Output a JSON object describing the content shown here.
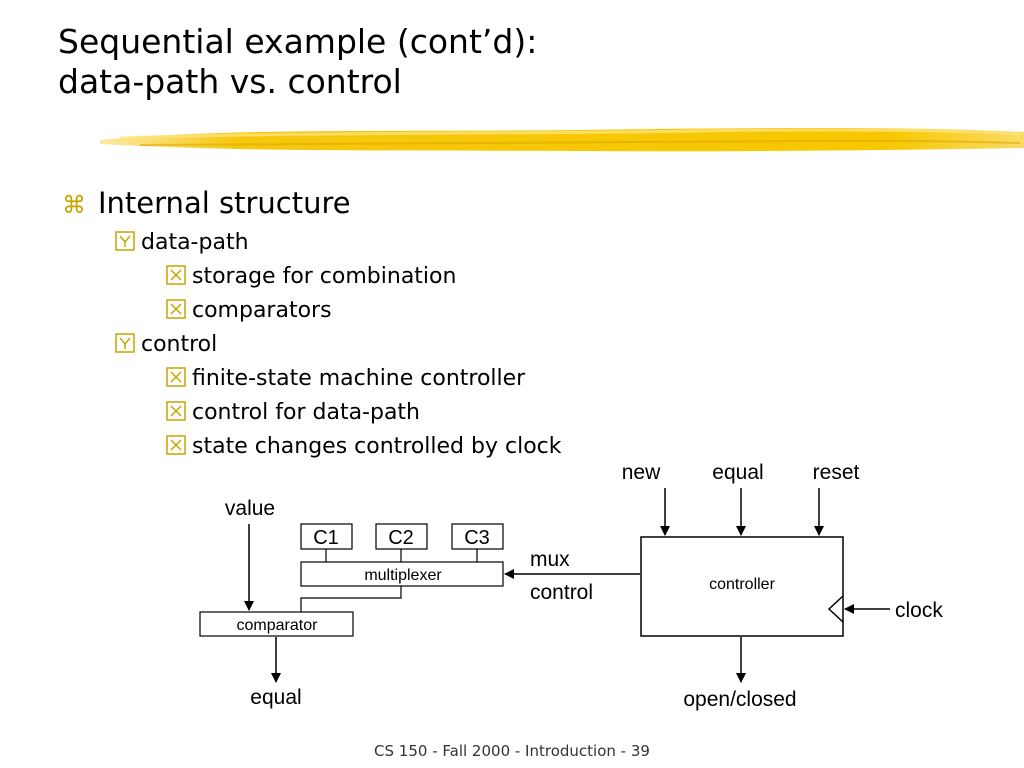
{
  "title": {
    "line1": "Sequential example (cont’d):",
    "line2": "data-path vs. control"
  },
  "accent_color": "#f5c400",
  "bullets": {
    "main": "Internal structure",
    "datapath": {
      "label": "data-path",
      "items": [
        "storage for combination",
        "comparators"
      ]
    },
    "control": {
      "label": "control",
      "items": [
        "finite-state machine controller",
        "control for data-path",
        "state changes controlled by clock"
      ]
    }
  },
  "diagram": {
    "inputs": {
      "new": "new",
      "equal": "equal",
      "reset": "reset"
    },
    "value": "value",
    "registers": [
      "C1",
      "C2",
      "C3"
    ],
    "multiplexer": "multiplexer",
    "comparator": "comparator",
    "mux_control": {
      "line1": "mux",
      "line2": "control"
    },
    "controller": "controller",
    "clock": "clock",
    "equal_out": "equal",
    "open_closed": "open/closed"
  },
  "footer": "CS 150 - Fall 2000 - Introduction - 39"
}
